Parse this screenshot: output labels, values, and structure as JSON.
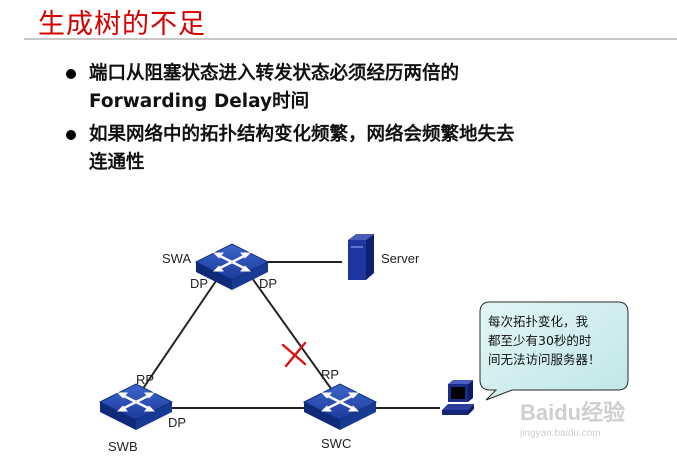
{
  "slide": {
    "title": "生成树的不足"
  },
  "bullets": [
    {
      "lines": [
        "端口从阻塞状态进入转发状态必须经历两倍的",
        "Forwarding Delay时间"
      ]
    },
    {
      "lines": [
        "如果网络中的拓扑结构变化频繁，网络会频繁地失去",
        "连通性"
      ]
    }
  ],
  "diagram": {
    "switches": {
      "swa": "SWA",
      "swb": "SWB",
      "swc": "SWC"
    },
    "server_label": "Server",
    "port_labels": {
      "swa_left": "DP",
      "swa_right": "DP",
      "swb_top": "RP",
      "swb_right": "DP",
      "swc_top": "RP"
    },
    "callout_lines": [
      "每次拓扑变化，我",
      "都至少有30秒的时",
      "间无法访问服务器！"
    ]
  },
  "watermark": {
    "brand": "Baidu经验",
    "url": "jingyan.baidu.com"
  }
}
